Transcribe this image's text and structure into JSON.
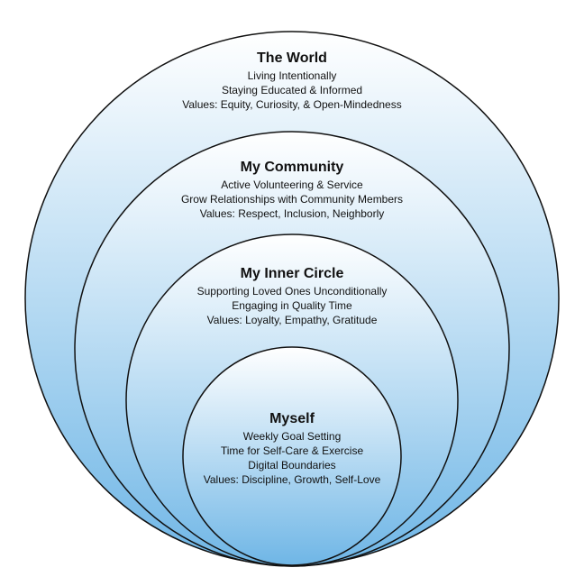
{
  "diagram": {
    "type": "nested-circles",
    "gradient": {
      "top": "#ffffff",
      "bottom": "#6fb6e6"
    },
    "outline_color": "#111111",
    "rings": [
      {
        "title": "The World",
        "lines": [
          "Living Intentionally",
          "Staying Educated & Informed",
          "Values: Equity, Curiosity, & Open-Mindedness"
        ]
      },
      {
        "title": "My Community",
        "lines": [
          "Active Volunteering & Service",
          "Grow Relationships with Community Members",
          "Values: Respect, Inclusion, Neighborly"
        ]
      },
      {
        "title": "My Inner Circle",
        "lines": [
          "Supporting Loved Ones Unconditionally",
          "Engaging in Quality Time",
          "Values: Loyalty, Empathy, Gratitude"
        ]
      },
      {
        "title": "Myself",
        "lines": [
          "Weekly Goal Setting",
          "Time for Self-Care & Exercise",
          "Digital Boundaries",
          "Values: Discipline, Growth, Self-Love"
        ]
      }
    ]
  }
}
